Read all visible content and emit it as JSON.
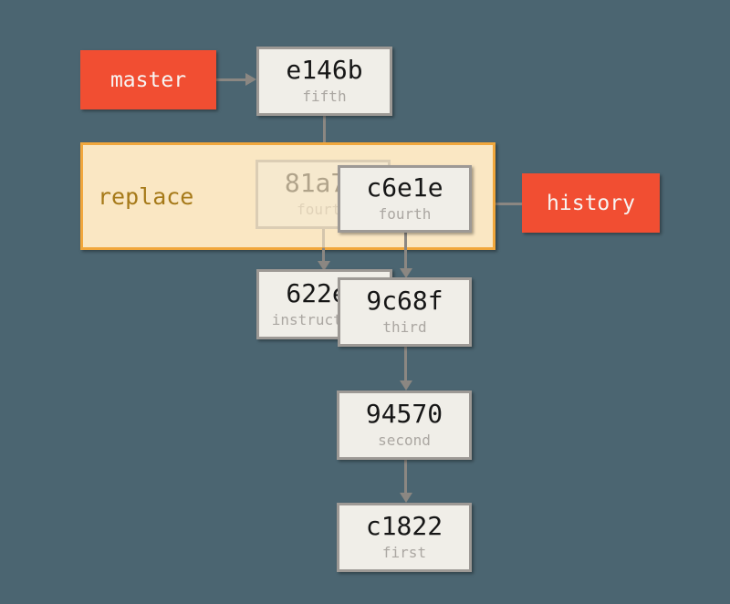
{
  "colors": {
    "background": "#4B6571",
    "branch_red": "#F14E32",
    "branch_text": "#F7F5F3",
    "commit_fill": "#F0EEE8",
    "commit_border": "#9D9995",
    "hash_text": "#161616",
    "message_text": "#ABA7A2",
    "replace_fill": "#FAE7C3",
    "replace_border": "#F1A73C",
    "replace_label_text": "#A67A19",
    "arrow": "#8B8782"
  },
  "branches": {
    "master": {
      "label": "master"
    },
    "history": {
      "label": "history"
    }
  },
  "replace_group": {
    "label": "replace"
  },
  "commits": {
    "fifth": {
      "hash": "e146b",
      "message": "fifth"
    },
    "replaced_fourth": {
      "hash": "81a70",
      "message": "fourth"
    },
    "fourth": {
      "hash": "c6e1e",
      "message": "fourth"
    },
    "instructions": {
      "hash": "622e8",
      "message": "instructions"
    },
    "third": {
      "hash": "9c68f",
      "message": "third"
    },
    "second": {
      "hash": "94570",
      "message": "second"
    },
    "first": {
      "hash": "c1822",
      "message": "first"
    }
  }
}
